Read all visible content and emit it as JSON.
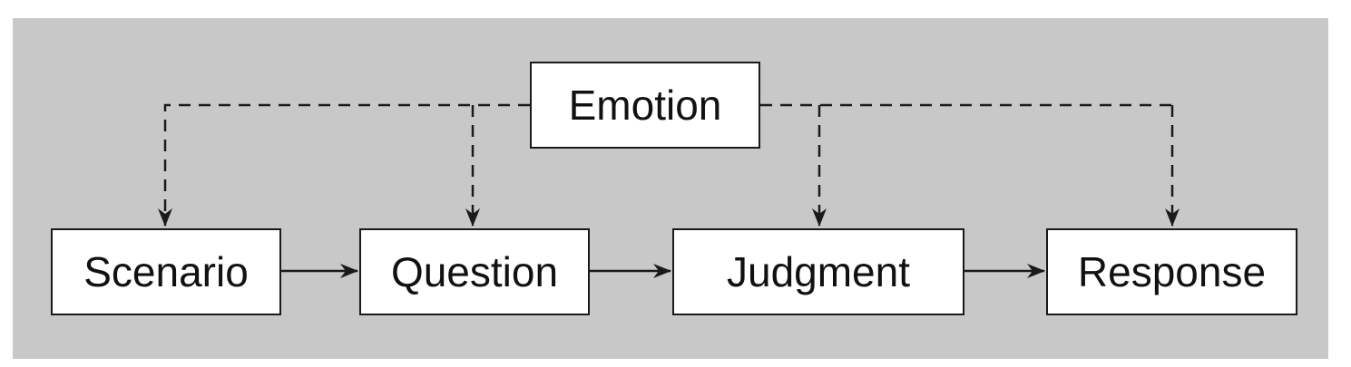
{
  "nodes": {
    "emotion": "Emotion",
    "scenario": "Scenario",
    "question": "Question",
    "judgment": "Judgment",
    "response": "Response"
  },
  "colors": {
    "panel_background": "#c8c8c8",
    "box_fill": "#ffffff",
    "line": "#1a1a1a"
  },
  "edges": [
    {
      "from": "scenario",
      "to": "question",
      "style": "solid"
    },
    {
      "from": "question",
      "to": "judgment",
      "style": "solid"
    },
    {
      "from": "judgment",
      "to": "response",
      "style": "solid"
    },
    {
      "from": "emotion",
      "to": "scenario",
      "style": "dashed"
    },
    {
      "from": "emotion",
      "to": "question",
      "style": "dashed"
    },
    {
      "from": "emotion",
      "to": "judgment",
      "style": "dashed"
    },
    {
      "from": "emotion",
      "to": "response",
      "style": "dashed"
    }
  ]
}
